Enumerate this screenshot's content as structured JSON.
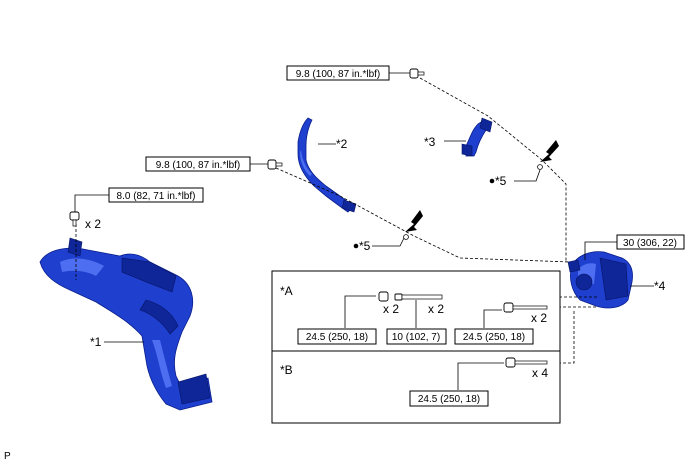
{
  "torque": {
    "t1": "8.0 (82, 71 in.*lbf)",
    "t2": "9.8 (100, 87 in.*lbf)",
    "t3": "9.8 (100, 87 in.*lbf)",
    "t4": "30 (306, 22)",
    "t5": "24.5 (250, 18)",
    "t6": "10 (102, 7)",
    "t7": "24.5 (250, 18)",
    "t8": "24.5 (250, 18)"
  },
  "labels": {
    "part1": "*1",
    "part2": "*2",
    "part3": "*3",
    "part4": "*4",
    "part5a": "*5",
    "part5b": "*5",
    "sectionA": "*A",
    "sectionB": "*B",
    "corner": "P"
  },
  "quantities": {
    "q1": "x 2",
    "q2": "x 2",
    "q3": "x 2",
    "q4": "x 2",
    "q5": "x 4"
  },
  "colors": {
    "part_blue": "#1f3fcf"
  }
}
